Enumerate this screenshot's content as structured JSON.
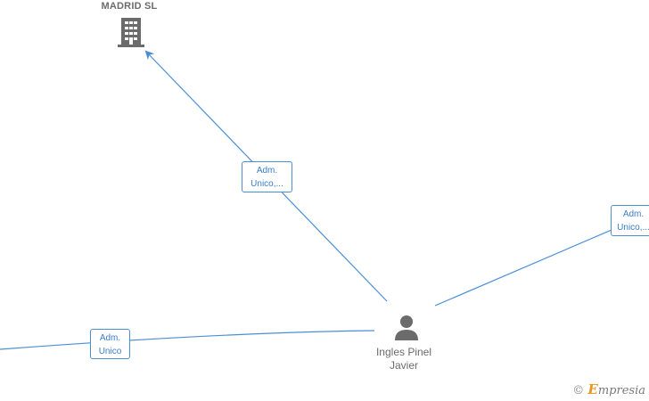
{
  "nodes": {
    "company": {
      "name": "MADRID  SL",
      "icon": "building-icon"
    },
    "person": {
      "name_line1": "Ingles Pinel",
      "name_line2": "Javier",
      "icon": "person-icon"
    }
  },
  "edges": {
    "to_company": {
      "line1": "Adm.",
      "line2": "Unico,..."
    },
    "to_right": {
      "line1": "Adm.",
      "line2": "Unico,..."
    },
    "to_left": {
      "line1": "Adm.",
      "line2": "Unico"
    }
  },
  "watermark": {
    "symbol": "©",
    "brand_initial": "E",
    "brand_rest": "mpresia"
  },
  "colors": {
    "edge": "#4a8fd6",
    "node": "#6b6b6b",
    "brand": "#e8961e"
  }
}
